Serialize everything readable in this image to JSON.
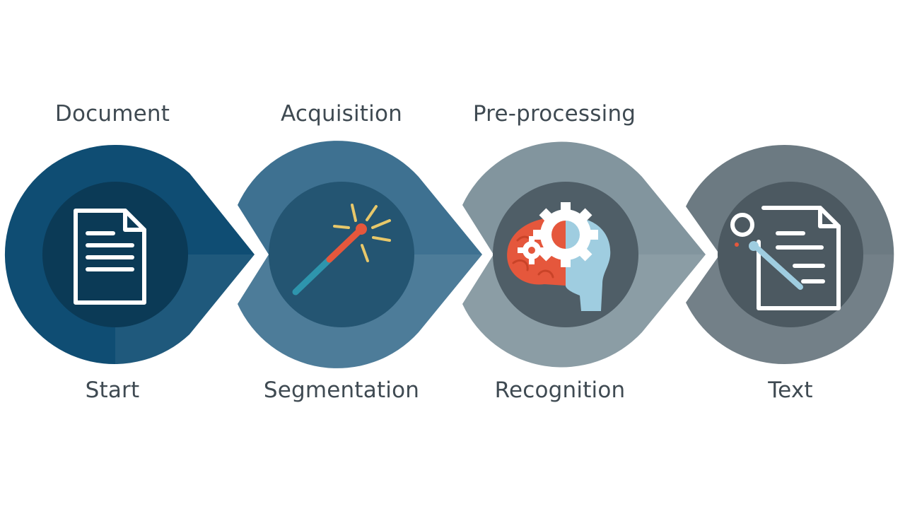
{
  "steps": [
    {
      "top_label": "Document",
      "bottom_label": "Start",
      "icon": "document-icon",
      "color": "#0f4d73",
      "inner_color": "#0b3a56"
    },
    {
      "top_label": "Acquisition",
      "bottom_label": "Segmentation",
      "icon": "magic-wand-icon",
      "color": "#3e7191",
      "inner_color": "#245572"
    },
    {
      "top_label": "Pre-processing",
      "bottom_label": "Recognition",
      "icon": "brain-gears-icon",
      "color": "#82959e",
      "inner_color": "#4f5e67"
    },
    {
      "top_label": "",
      "bottom_label": "Text",
      "icon": "document-wand-icon",
      "color": "#6c7a82",
      "inner_color": "#4c5961"
    }
  ],
  "accent_colors": {
    "orange": "#e5573c",
    "teal": "#2e95ad",
    "yellow": "#e8c86a",
    "light_blue": "#9fcde0"
  }
}
